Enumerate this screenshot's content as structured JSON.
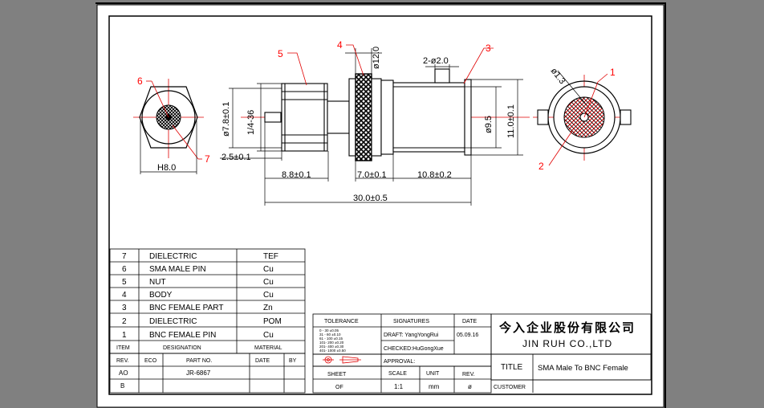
{
  "callouts": {
    "c1": "1",
    "c2": "2",
    "c3": "3",
    "c4": "4",
    "c5": "5",
    "c6": "6",
    "c7": "7"
  },
  "dims": {
    "d13": "ø1.3",
    "h8": "H8.0",
    "d78": "ø7.8±0.1",
    "thread": "1/4-36",
    "d25": "2.5±0.1",
    "d88": "8.8±0.1",
    "d12": "ø12.0",
    "d70": "7.0±0.1",
    "d300": "30.0±0.5",
    "pin": "2-ø2.0",
    "d95": "ø9.5",
    "d110": "11.0±0.1",
    "d108": "10.8±0.2"
  },
  "bom": [
    {
      "item": "7",
      "designation": "DIELECTRIC",
      "material": "TEF"
    },
    {
      "item": "6",
      "designation": "SMA MALE PIN",
      "material": "Cu"
    },
    {
      "item": "5",
      "designation": "NUT",
      "material": "Cu"
    },
    {
      "item": "4",
      "designation": "BODY",
      "material": "Cu"
    },
    {
      "item": "3",
      "designation": "BNC FEMALE PART",
      "material": "Zn"
    },
    {
      "item": "2",
      "designation": "DIELECTRIC",
      "material": "POM"
    },
    {
      "item": "1",
      "designation": "BNC FEMALE PIN",
      "material": "Cu"
    }
  ],
  "bom_header": {
    "item": "ITEM",
    "designation": "DESIGNATION",
    "material": "MATERIAL"
  },
  "rev_header": {
    "rev": "REV.",
    "eco": "ECO",
    "part": "PART NO.",
    "date": "DATE",
    "by": "BY"
  },
  "rev_rows": [
    {
      "rev": "AO",
      "part": "JR-6867"
    },
    {
      "rev": "B",
      "part": ""
    }
  ],
  "tol": {
    "header": "TOLERANCE",
    "lines": [
      "0 - 30   ±0.05",
      "31 - 60  ±0.10",
      "61 - 100 ±0.15",
      "101- 200 ±0.20",
      "201- 400 ±0.30",
      "401- 1000 ±0.50"
    ]
  },
  "sig": {
    "header": "SIGNATURES",
    "draft": "DRAFT: YangYongRui",
    "checked": "CHECKED:HuGongXue",
    "approval": "APPROVAL:"
  },
  "date": {
    "header": "DATE",
    "value": "05.09.16"
  },
  "company": {
    "cn": "今入企业股份有限公司",
    "en": "JIN RUH CO.,LTD"
  },
  "title": {
    "label": "TITLE",
    "value": "SMA Male To BNC Female",
    "customer": "CUSTOMER"
  },
  "bottom": {
    "sheet": "SHEET",
    "sheet_val": "OF",
    "scale": "SCALE",
    "scale_val": "1:1",
    "unit": "UNIT",
    "unit_val": "mm",
    "rev": "REV.",
    "rev_val": "ø"
  }
}
